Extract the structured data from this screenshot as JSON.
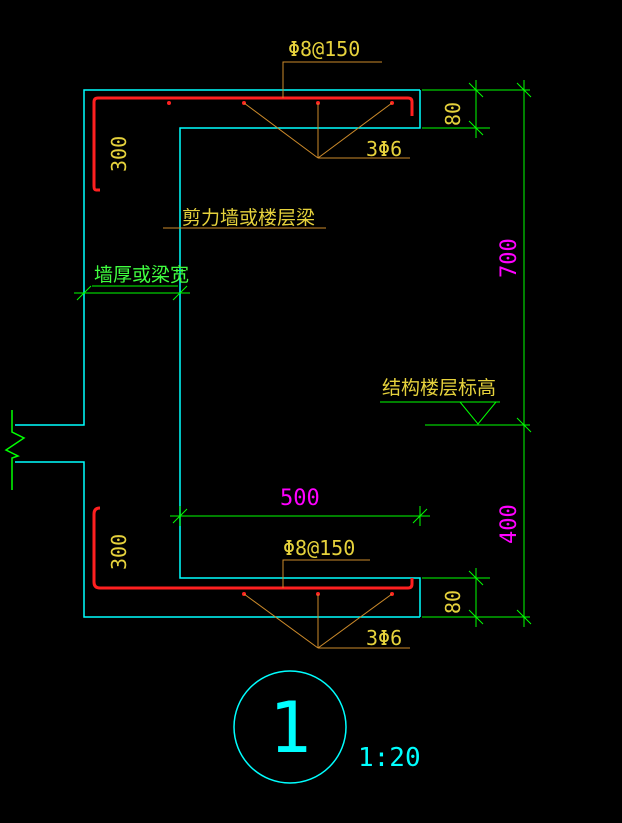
{
  "colors": {
    "background": "#000000",
    "outline": "#00ffff",
    "rebar": "#ff2020",
    "leader": "#cc8a2a",
    "dimension": "#00ff00",
    "dim_text_magenta": "#ff00ff",
    "text_yellow": "#e6d23c",
    "text_green": "#40ff40",
    "symbol_text": "#00ffff"
  },
  "labels": {
    "top_stirrup": "Φ8@150",
    "top_bars": "3Φ6",
    "bottom_stirrup": "Φ8@150",
    "bottom_bars": "3Φ6",
    "wall_or_beam": "剪力墙或楼层梁",
    "wall_thickness": "墙厚或梁宽",
    "floor_elevation": "结构楼层标高"
  },
  "dimensions": {
    "top_slab": "80",
    "bottom_slab": "80",
    "upper_height": "700",
    "lower_height": "400",
    "top_hook": "300",
    "bottom_hook": "300",
    "width": "500"
  },
  "detail": {
    "number": "1",
    "scale": "1:20"
  }
}
